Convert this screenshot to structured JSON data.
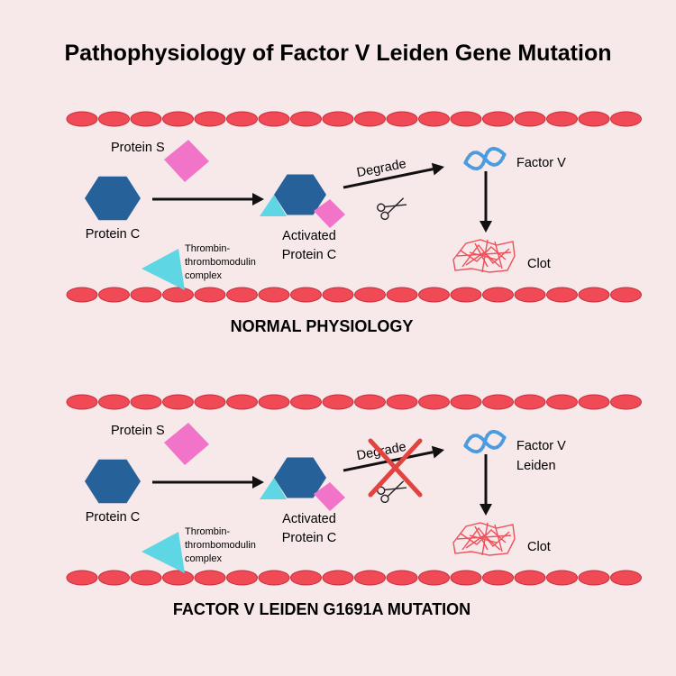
{
  "title": "Pathophysiology of Factor V Leiden Gene Mutation",
  "colors": {
    "background": "#f7e9ea",
    "blood_cell": "#f04a57",
    "blood_cell_edge": "#c62d3b",
    "protein_c": "#27619a",
    "protein_s": "#f274c8",
    "thrombin": "#5fd6e3",
    "factor_v": "#4a9be0",
    "clot": "#ef4f5a",
    "cross": "#e2433f"
  },
  "panels": [
    {
      "heading": "NORMAL PHYSIOLOGY",
      "protein_s": "Protein S",
      "protein_c": "Protein C",
      "thrombin_line1": "Thrombin-",
      "thrombin_line2": "thrombomodulin",
      "thrombin_line3": "complex",
      "activated_line1": "Activated",
      "activated_line2": "Protein C",
      "degrade": "Degrade",
      "factor_line1": "Factor V",
      "factor_line2": "",
      "clot": "Clot",
      "blocked": false
    },
    {
      "heading": "FACTOR V LEIDEN G1691A MUTATION",
      "protein_s": "Protein S",
      "protein_c": "Protein C",
      "thrombin_line1": "Thrombin-",
      "thrombin_line2": "thrombomodulin",
      "thrombin_line3": "complex",
      "activated_line1": "Activated",
      "activated_line2": "Protein C",
      "degrade": "Degrade",
      "factor_line1": "Factor V",
      "factor_line2": "Leiden",
      "clot": "Clot",
      "blocked": true
    }
  ]
}
